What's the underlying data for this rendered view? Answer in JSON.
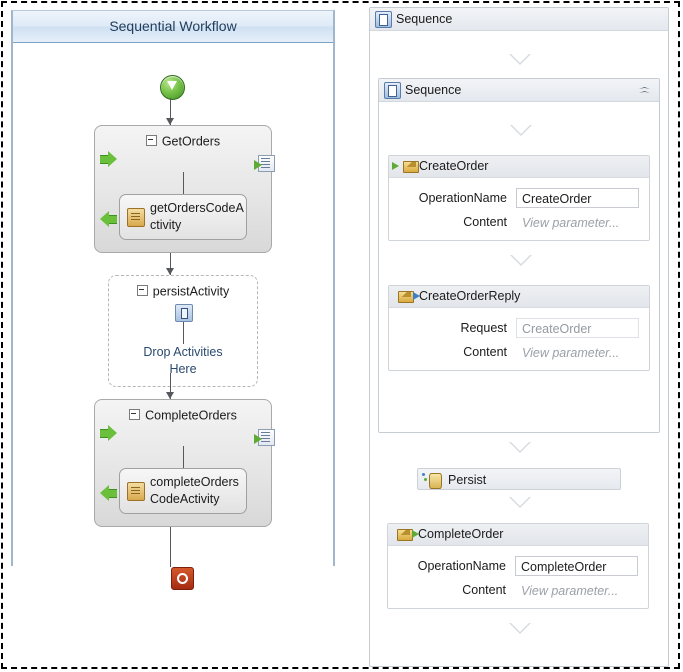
{
  "left_panel": {
    "title": "Sequential Workflow",
    "start_icon": "start-arrow-icon",
    "end_icon": "stop-icon",
    "activities": [
      {
        "name": "GetOrders",
        "type": "composite",
        "icon": "receive-document-icon",
        "child": {
          "label": "getOrdersCodeActivity",
          "icon": "code-scroll-icon"
        }
      },
      {
        "name": "persistActivity",
        "type": "dashed",
        "icon": "persist-icon",
        "drop_text_line1": "Drop Activities",
        "drop_text_line2": "Here"
      },
      {
        "name": "CompleteOrders",
        "type": "composite",
        "icon": "receive-document-icon",
        "child": {
          "label": "completeOrdersCodeActivity",
          "icon": "code-scroll-icon"
        }
      }
    ]
  },
  "right_panel": {
    "outer_sequence": {
      "label": "Sequence",
      "icon": "sequence-icon"
    },
    "inner_sequence": {
      "label": "Sequence",
      "icon": "sequence-icon",
      "collapse_icon": "chevron-up-icon"
    },
    "cards": [
      {
        "title": "CreateOrder",
        "icon": "receive-envelope-icon",
        "rows": [
          {
            "label": "OperationName",
            "value": "CreateOrder",
            "state": "value"
          },
          {
            "label": "Content",
            "value": "View parameter...",
            "state": "placeholder"
          }
        ]
      },
      {
        "title": "CreateOrderReply",
        "icon": "send-reply-envelope-icon",
        "rows": [
          {
            "label": "Request",
            "value": "CreateOrder",
            "state": "readonly"
          },
          {
            "label": "Content",
            "value": "View parameter...",
            "state": "placeholder"
          }
        ]
      },
      {
        "title": "CompleteOrder",
        "icon": "send-envelope-icon",
        "rows": [
          {
            "label": "OperationName",
            "value": "CompleteOrder",
            "state": "value"
          },
          {
            "label": "Content",
            "value": "View parameter...",
            "state": "placeholder"
          }
        ]
      }
    ],
    "persist": {
      "label": "Persist",
      "icon": "persist-database-icon"
    },
    "connector_icon": "drop-triangle-icon"
  },
  "colors": {
    "title_blue": "#1f3c5a",
    "panel_border_blue": "#9fb6cd",
    "green_accent": "#6abf3b",
    "red_stop": "#a52c12",
    "envelope_gold": "#d9ab3e",
    "placeholder_gray": "#9aa0a7"
  }
}
